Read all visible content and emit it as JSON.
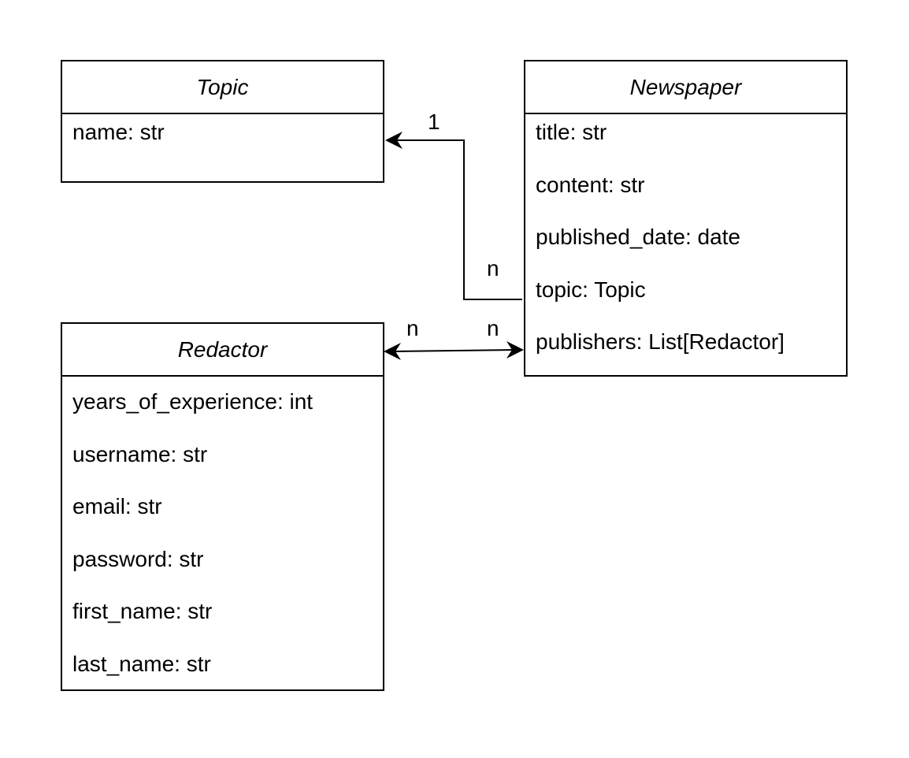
{
  "classes": {
    "topic": {
      "name": "Topic",
      "attributes": [
        "name: str"
      ]
    },
    "newspaper": {
      "name": "Newspaper",
      "attributes": [
        "title: str",
        "content: str",
        "published_date: date",
        "topic: Topic",
        "publishers: List[Redactor]"
      ]
    },
    "redactor": {
      "name": "Redactor",
      "attributes": [
        "years_of_experience: int",
        "username: str",
        "email: str",
        "password: str",
        "first_name: str",
        "last_name: str"
      ]
    }
  },
  "relations": {
    "newspaper_topic": {
      "topic_end": "1",
      "newspaper_end": "n"
    },
    "newspaper_redactor": {
      "redactor_end": "n",
      "newspaper_end": "n"
    }
  }
}
